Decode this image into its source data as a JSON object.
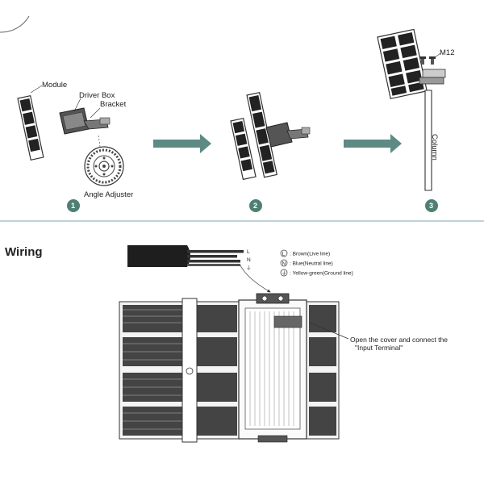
{
  "assembly": {
    "labels": {
      "module": "Module",
      "driver_box": "Driver Box",
      "bracket": "Bracket",
      "angle_adjuster": "Angle Adjuster",
      "bolt": "M12",
      "column": "Column"
    },
    "steps": [
      "1",
      "2",
      "3"
    ]
  },
  "wiring": {
    "title": "Wiring",
    "cable_terminals": [
      "L",
      "N",
      "⏚"
    ],
    "legend": [
      {
        "symbol": "L",
        "text": ": Brown(Live line)"
      },
      {
        "symbol": "N",
        "text": ": Blue(Neutral line)"
      },
      {
        "symbol": "⏚",
        "text": ": Yellow-green(Ground line)"
      }
    ],
    "note_line1": "Open the cover and connect the",
    "note_line2": "\"Input Terminal\""
  },
  "colors": {
    "step_circle": "#4f7f74",
    "arrow": "#5e8a84",
    "divider": "#7fa7b3",
    "line": "#333333"
  }
}
